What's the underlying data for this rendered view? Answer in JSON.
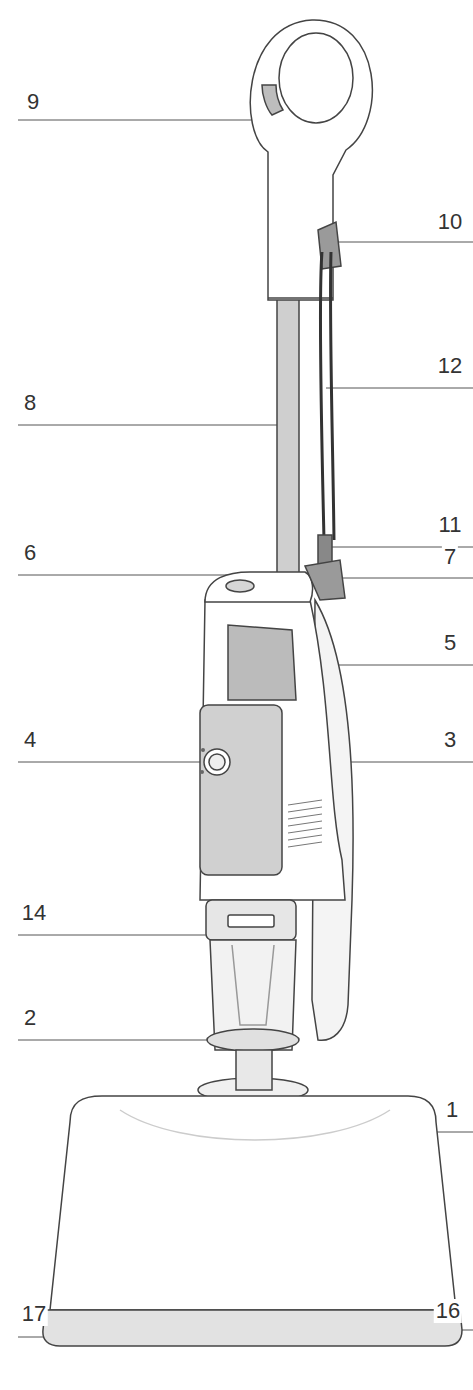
{
  "diagram": {
    "labels": [
      "9",
      "10",
      "12",
      "8",
      "11",
      "6",
      "7",
      "5",
      "4",
      "3",
      "14",
      "2",
      "1",
      "17",
      "16"
    ]
  }
}
